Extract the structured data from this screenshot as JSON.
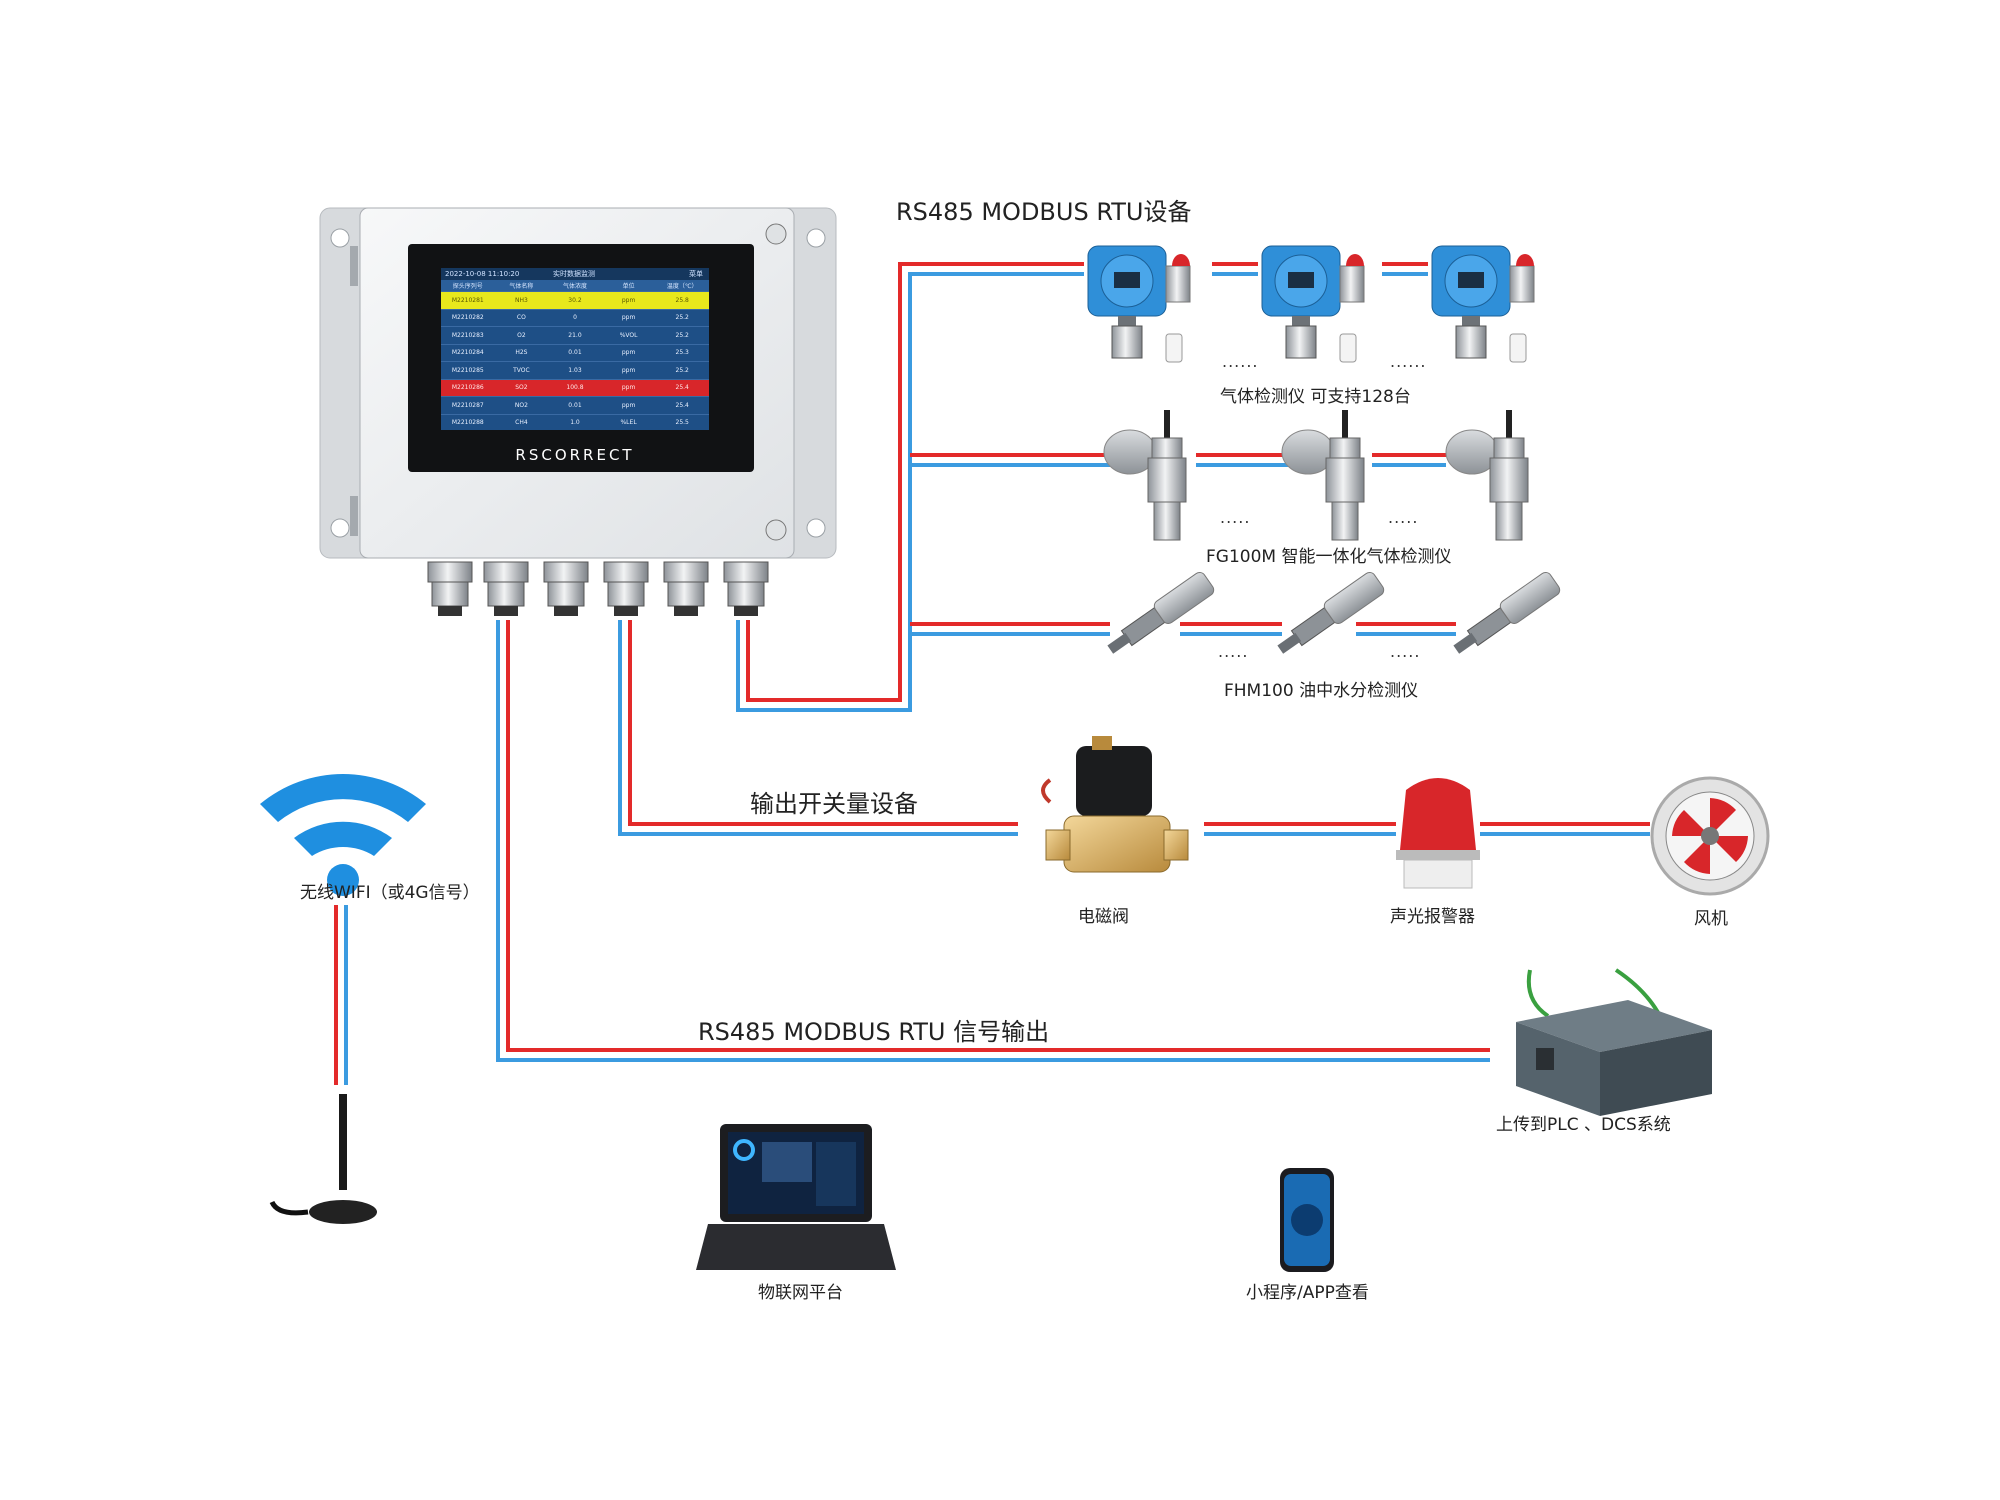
{
  "labels": {
    "rs485_devices": "RS485 MODBUS RTU设备",
    "gas_detector": "气体检测仪 可支持128台",
    "fg100m": "FG100M 智能一体化气体检测仪",
    "fhm100": "FHM100 油中水分检测仪",
    "switch_output": "输出开关量设备",
    "rs485_output": "RS485 MODBUS RTU 信号输出",
    "solenoid_valve": "电磁阀",
    "alarm_light": "声光报警器",
    "fan": "风机",
    "wifi": "无线WIFI（或4G信号）",
    "plc": "上传到PLC 、DCS系统",
    "iot_platform": "物联网平台",
    "mini_app": "小程序/APP查看",
    "ellipsis_long": "......",
    "ellipsis_short": "....."
  },
  "controller": {
    "brand": "RSCORRECT",
    "header": {
      "datetime": "2022-10-08 11:10:20",
      "title": "实时数据监测",
      "menu": "菜单"
    },
    "columns": [
      "探头序列号",
      "气体名称",
      "气体浓度",
      "单位",
      "温度（℃）"
    ],
    "rows": [
      {
        "serial": "M2210281",
        "gas": "NH3",
        "value": "30.2",
        "unit": "ppm",
        "temp": "25.8",
        "status": "warn"
      },
      {
        "serial": "M2210282",
        "gas": "CO",
        "value": "0",
        "unit": "ppm",
        "temp": "25.2",
        "status": "normal"
      },
      {
        "serial": "M2210283",
        "gas": "O2",
        "value": "21.0",
        "unit": "%VOL",
        "temp": "25.2",
        "status": "normal"
      },
      {
        "serial": "M2210284",
        "gas": "H2S",
        "value": "0.01",
        "unit": "ppm",
        "temp": "25.3",
        "status": "normal"
      },
      {
        "serial": "M2210285",
        "gas": "TVOC",
        "value": "1.03",
        "unit": "ppm",
        "temp": "25.2",
        "status": "normal"
      },
      {
        "serial": "M2210286",
        "gas": "SO2",
        "value": "100.8",
        "unit": "ppm",
        "temp": "25.4",
        "status": "alarm"
      },
      {
        "serial": "M2210287",
        "gas": "NO2",
        "value": "0.01",
        "unit": "ppm",
        "temp": "25.4",
        "status": "normal"
      },
      {
        "serial": "M2210288",
        "gas": "CH4",
        "value": "1.0",
        "unit": "%LEL",
        "temp": "25.5",
        "status": "normal"
      }
    ]
  },
  "colors": {
    "wire_red": "#e32a2a",
    "wire_blue": "#3b9be0",
    "device_blue": "#2f8fd8",
    "wifi_blue": "#1f8fe0"
  }
}
